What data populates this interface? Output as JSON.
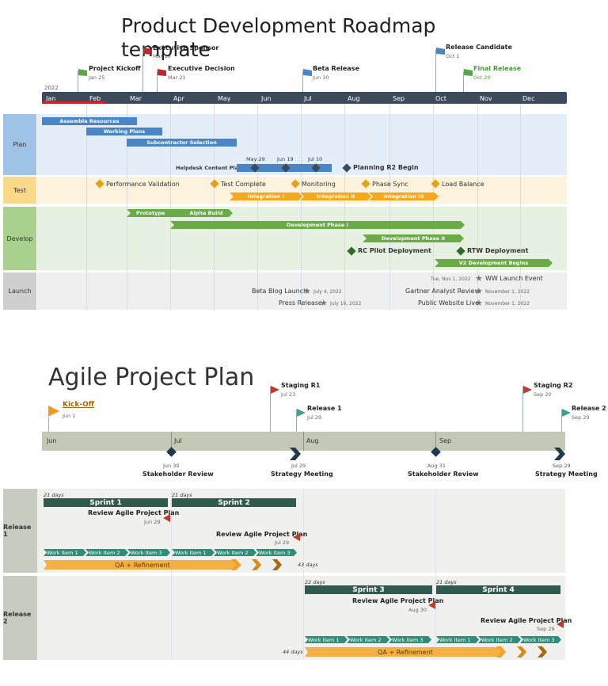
{
  "roadmap": {
    "title": "Product Development Roadmap template",
    "year": "2022",
    "months": [
      "Jan",
      "Feb",
      "Mar",
      "Apr",
      "May",
      "Jun",
      "Jul",
      "Aug",
      "Sep",
      "Oct",
      "Nov",
      "Dec"
    ],
    "milestones_top": [
      {
        "label": "Project Kickoff",
        "date": "Jan 25",
        "color": "#5aa64b"
      },
      {
        "label": "Executive Sponsor",
        "date": "Mar 10",
        "color": "#c0262d"
      },
      {
        "label": "Executive Decision",
        "date": "Mar 21",
        "color": "#c0262d"
      },
      {
        "label": "Beta Release",
        "date": "Jun 30",
        "color": "#4a86c5"
      },
      {
        "label": "Release Candidate",
        "date": "Oct 1",
        "color": "#4a86c5"
      },
      {
        "label": "Final Release",
        "date": "Oct 20",
        "color": "#5aa64b"
      }
    ],
    "lanes": [
      "Plan",
      "Test",
      "Develop",
      "Launch"
    ],
    "plan": {
      "tasks": [
        "Assemble Resources",
        "Working Plans",
        "Subcontractor Selection"
      ],
      "helpdesk_label": "Helpdesk Content Plan",
      "helpdesk_dates": [
        "May 29",
        "Jun 19",
        "Jul 10"
      ],
      "planning_r2": "Planning R2 Begin"
    },
    "test": {
      "milestones": [
        "Performance Validation",
        "Test Complete",
        "Monitoring",
        "Phase Sync",
        "Load Balance"
      ],
      "integrations": [
        "Integration I",
        "Integration II",
        "Integration III"
      ]
    },
    "develop": {
      "prototype": "Prototype",
      "alpha": "Alpha Build",
      "phase1": "Development Phase I",
      "phase2": "Development Phase II",
      "rc_pilot": "RC Pilot Deployment",
      "rtw": "RTW Deployment",
      "v2": "V2 Development Begins"
    },
    "launch": {
      "items": [
        {
          "label": "WW Launch Event",
          "date": "Tue, Nov 1, 2022"
        },
        {
          "label": "Beta Blog Launch",
          "date": "July 4, 2022"
        },
        {
          "label": "Gartner Analyst Review",
          "date": "November 1, 2022"
        },
        {
          "label": "Press Release",
          "date": "July 16, 2022"
        },
        {
          "label": "Public Website Live",
          "date": "November 1, 2022"
        }
      ]
    }
  },
  "agile": {
    "title": "Agile Project Plan",
    "flags": [
      {
        "label": "Kick-Off",
        "date": "Jun 1",
        "color": "#f29a1f"
      },
      {
        "label": "Staging R1",
        "date": "Jul 23",
        "color": "#c0392b"
      },
      {
        "label": "Release 1",
        "date": "Jul 29",
        "color": "#3aa58c"
      },
      {
        "label": "Staging R2",
        "date": "Sep 20",
        "color": "#c0392b"
      },
      {
        "label": "Release 2",
        "date": "Sep 29",
        "color": "#3aa58c"
      }
    ],
    "months": [
      "Jun",
      "Jul",
      "Aug",
      "Sep"
    ],
    "reviews": [
      {
        "label": "Stakeholder Review",
        "date": "Jun 30"
      },
      {
        "label": "Strategy Meeting",
        "date": "Jul 29"
      },
      {
        "label": "Stakeholder Review",
        "date": "Aug 31"
      },
      {
        "label": "Strategy Meeting",
        "date": "Sep 29"
      }
    ],
    "lanes": [
      "Release 1",
      "Release 2"
    ],
    "release1": {
      "sprint1": {
        "label": "Sprint 1",
        "days": "21 days"
      },
      "sprint2": {
        "label": "Sprint 2",
        "days": "21 days"
      },
      "review1": {
        "label": "Review Agile Project Plan",
        "date": "Jun 29"
      },
      "review2": {
        "label": "Review Agile Project Plan",
        "date": "Jul 29"
      },
      "work_items": [
        "Work Item 1",
        "Work Item 2",
        "Work Item 3",
        "Work Item 1",
        "Work Item 2",
        "Work Item 3"
      ],
      "qa": "QA + Refinement",
      "qa_days": "43 days"
    },
    "release2": {
      "sprint3": {
        "label": "Sprint 3",
        "days": "22 days"
      },
      "sprint4": {
        "label": "Sprint 4",
        "days": "21 days"
      },
      "review1": {
        "label": "Review Agile Project Plan",
        "date": "Aug 30"
      },
      "review2": {
        "label": "Review Agile Project Plan",
        "date": "Sep 29"
      },
      "work_items": [
        "Work Item 1",
        "Work Item 2",
        "Work Item 3",
        "Work Item 1",
        "Work Item 2",
        "Work Item 3"
      ],
      "qa": "QA + Refinement",
      "qa_days": "44 days"
    }
  }
}
